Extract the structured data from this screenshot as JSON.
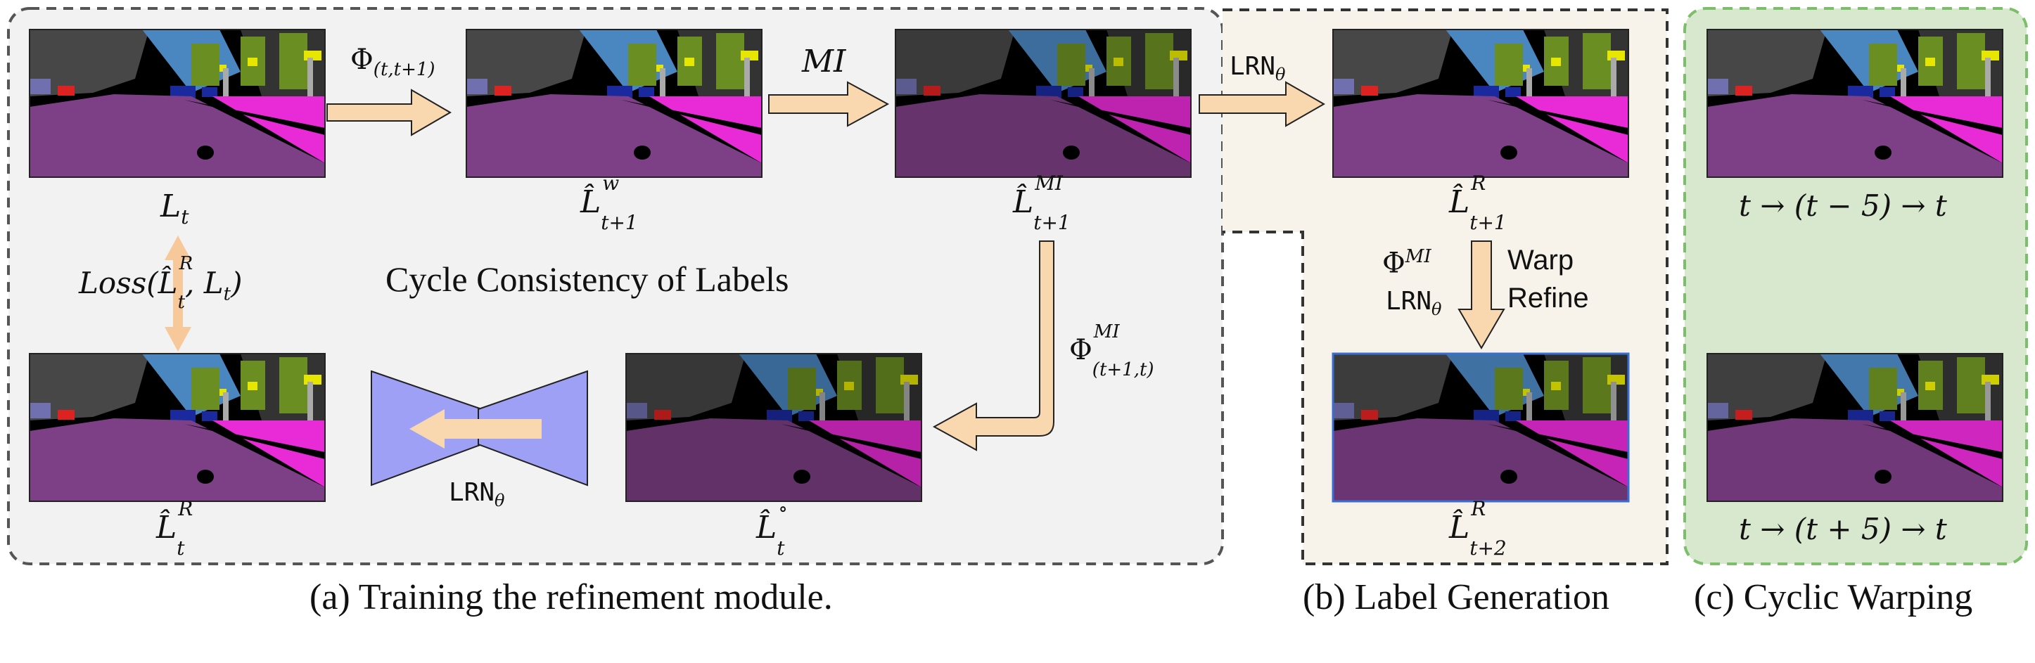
{
  "panel_a": {
    "caption": "(a) Training the refinement module.",
    "title": "Cycle Consistency of Labels",
    "labels": {
      "L_t": "L",
      "L_t_sub": "t",
      "Lw": "L̂",
      "Lw_sup": "w",
      "Lw_sub": "t+1",
      "Lmi": "L̂",
      "Lmi_sup": "MI",
      "Lmi_sub": "t+1",
      "LR": "L̂",
      "LR_sup": "R",
      "LR_sub": "t",
      "Lcirc": "L̂",
      "Lcirc_sup": "∘",
      "Lcirc_sub": "t"
    },
    "arrows": {
      "phi": "Φ",
      "phi_sub": "(t,t+1)",
      "mi": "MI",
      "phi_back": "Φ",
      "phi_back_sup": "MI",
      "phi_back_sub": "(t+1,t)"
    },
    "loss": "Loss(L̂",
    "loss_sup": "R",
    "loss_sub": "t",
    "loss_tail": ", L",
    "loss_tail_sub": "t",
    "loss_close": ")",
    "network": "LRN",
    "network_sub": "θ"
  },
  "panel_b": {
    "caption": "(b) Label Generation",
    "arrow_lrn": "LRN",
    "arrow_lrn_sub": "θ",
    "top_label": "L̂",
    "top_label_sup": "R",
    "top_label_sub": "t+1",
    "bottom_label": "L̂",
    "bottom_label_sup": "R",
    "bottom_label_sub": "t+2",
    "phi": "Φ",
    "phi_sup": "MI",
    "lrn": "LRN",
    "lrn_sub": "θ",
    "warp": "Warp",
    "refine": "Refine"
  },
  "panel_c": {
    "caption": "(c) Cyclic Warping",
    "top_label": "t → (t − 5) → t",
    "bottom_label": "t → (t + 5) → t"
  },
  "colors": {
    "road": "#7d3f86",
    "sidewalk": "#e82bd6",
    "sky": "#4a86c0",
    "building": "#474747",
    "vegetation": "#6b8e23",
    "car": "#1a2a9e",
    "arrow_fill": "#f9d8b0",
    "network_fill": "#9ea0f5",
    "panel_a_bg": "#f2f2f2",
    "panel_b_bg": "#f7f3ea",
    "panel_c_bg": "#d7e8cf"
  },
  "icons": {
    "arrow": "thick-arrow-icon",
    "network": "encoder-decoder-icon"
  }
}
